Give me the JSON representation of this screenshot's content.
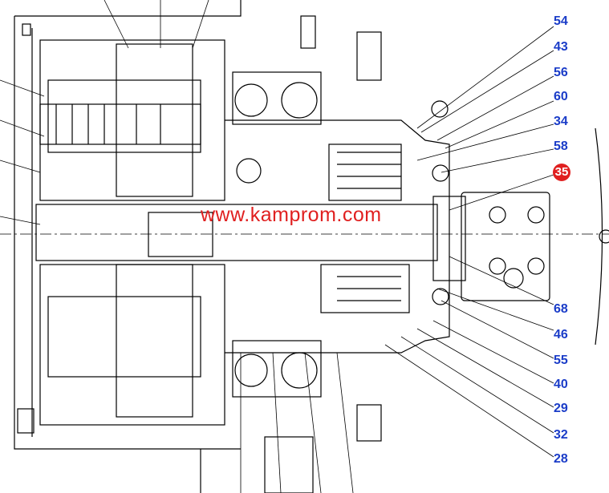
{
  "watermark": "www.kamprom.com",
  "callouts": [
    {
      "id": "c54",
      "label": "54",
      "highlight": false
    },
    {
      "id": "c43",
      "label": "43",
      "highlight": false
    },
    {
      "id": "c56",
      "label": "56",
      "highlight": false
    },
    {
      "id": "c60",
      "label": "60",
      "highlight": false
    },
    {
      "id": "c34",
      "label": "34",
      "highlight": false
    },
    {
      "id": "c58",
      "label": "58",
      "highlight": false
    },
    {
      "id": "c35",
      "label": "35",
      "highlight": true
    },
    {
      "id": "c68",
      "label": "68",
      "highlight": false
    },
    {
      "id": "c46",
      "label": "46",
      "highlight": false
    },
    {
      "id": "c55",
      "label": "55",
      "highlight": false
    },
    {
      "id": "c40",
      "label": "40",
      "highlight": false
    },
    {
      "id": "c29",
      "label": "29",
      "highlight": false
    },
    {
      "id": "c32",
      "label": "32",
      "highlight": false
    },
    {
      "id": "c28",
      "label": "28",
      "highlight": false
    }
  ],
  "colors": {
    "callout": "#1a3cc8",
    "highlight": "#e02020",
    "watermark": "#e02020",
    "line": "#000000"
  }
}
